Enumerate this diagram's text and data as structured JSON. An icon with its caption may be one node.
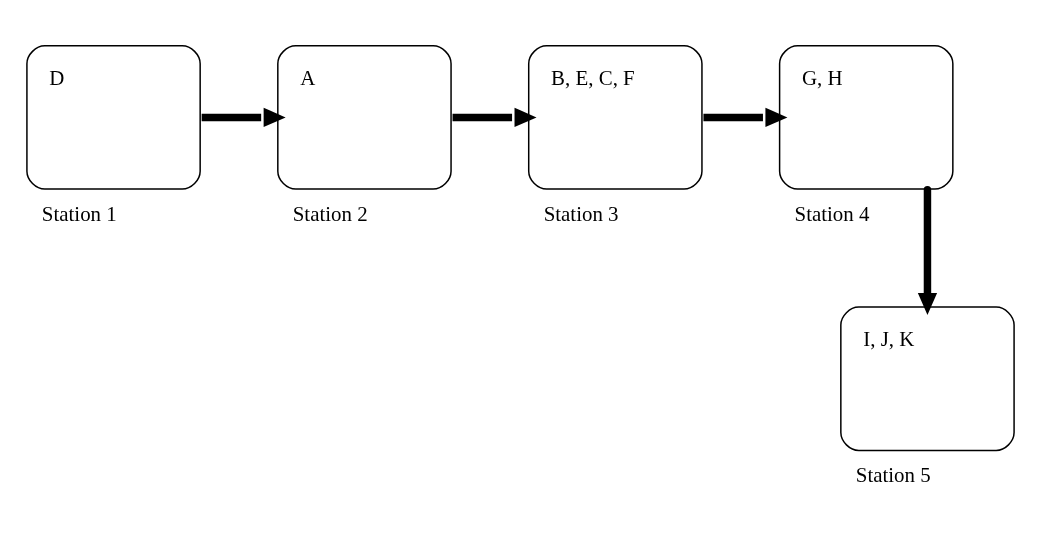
{
  "diagram": {
    "nodes": [
      {
        "text": [
          "D"
        ],
        "beside": [
          "Station 1"
        ]
      },
      {
        "text": [
          "A"
        ],
        "beside": [
          "Station 2"
        ]
      },
      {
        "text": [
          "B, E, C, F"
        ],
        "beside": [
          "Station 3"
        ]
      },
      {
        "text": [
          "G, H"
        ],
        "beside": [
          "Station 4"
        ]
      },
      {
        "text": [
          "I, J, K"
        ],
        "beside": [
          "Station 5"
        ]
      }
    ],
    "edges": [
      {
        "from": 0,
        "to": 1,
        "arrow": "to"
      },
      {
        "from": 1,
        "to": 2,
        "arrow": "to"
      },
      {
        "from": 2,
        "to": 3,
        "arrow": "to"
      },
      {
        "from": 3,
        "to": 4,
        "arrow": "to"
      }
    ]
  }
}
